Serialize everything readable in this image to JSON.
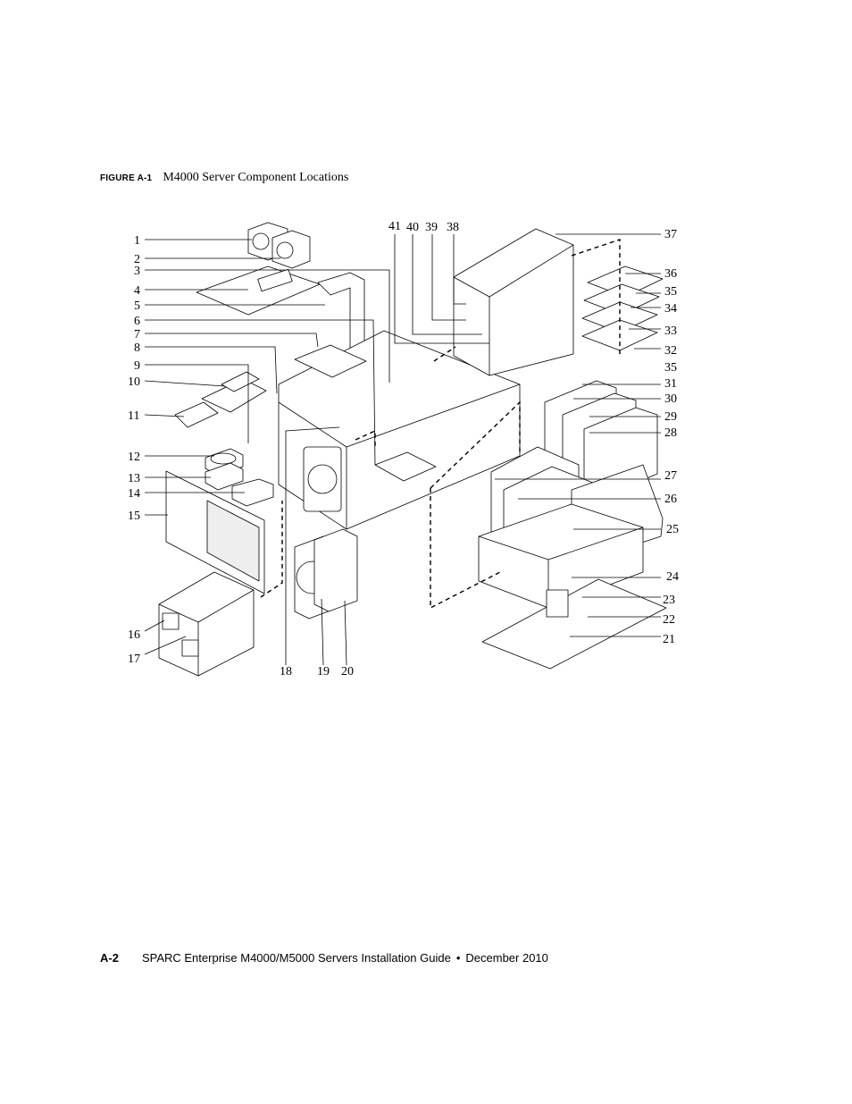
{
  "figure": {
    "label": "FIGURE A-1",
    "title": "M4000 Server Component Locations"
  },
  "callouts": [
    "1",
    "2",
    "3",
    "4",
    "5",
    "6",
    "7",
    "8",
    "9",
    "10",
    "11",
    "12",
    "13",
    "14",
    "15",
    "16",
    "17",
    "18",
    "19",
    "20",
    "21",
    "22",
    "23",
    "24",
    "25",
    "26",
    "27",
    "28",
    "29",
    "30",
    "31",
    "32",
    "33",
    "34",
    "35",
    "36",
    "37",
    "38",
    "39",
    "40",
    "41",
    "35"
  ],
  "footer": {
    "page": "A-2",
    "title": "SPARC Enterprise M4000/M5000 Servers Installation Guide",
    "separator": "•",
    "date": "December 2010"
  }
}
